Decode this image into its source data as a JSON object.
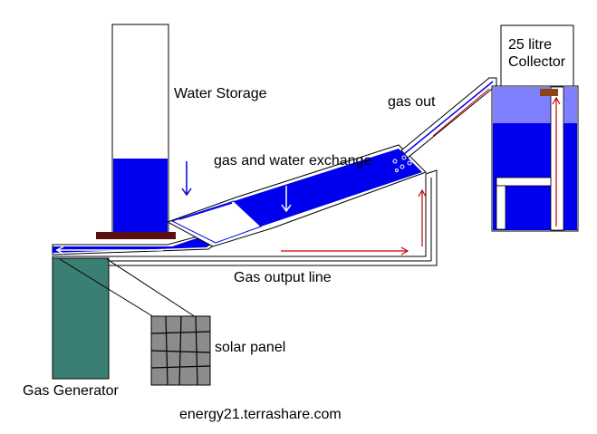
{
  "labels": {
    "water_storage": "Water Storage",
    "gas_water_exchange": "gas and water exchange",
    "gas_out": "gas out",
    "collector_line1": "25 litre",
    "collector_line2": "Collector",
    "gas_output_line": "Gas output line",
    "solar_panel": "solar panel",
    "gas_generator": "Gas Generator",
    "website": "energy21.terrashare.com"
  },
  "colors": {
    "water": "#0000ee",
    "water_light": "#8080ff",
    "generator": "#3b7f74",
    "panel": "#8c8c8c",
    "stand": "#5a1010",
    "valve": "#8b4513",
    "gas_flow_arrow": "#cc0000",
    "water_flow_arrow": "#0000cc"
  }
}
